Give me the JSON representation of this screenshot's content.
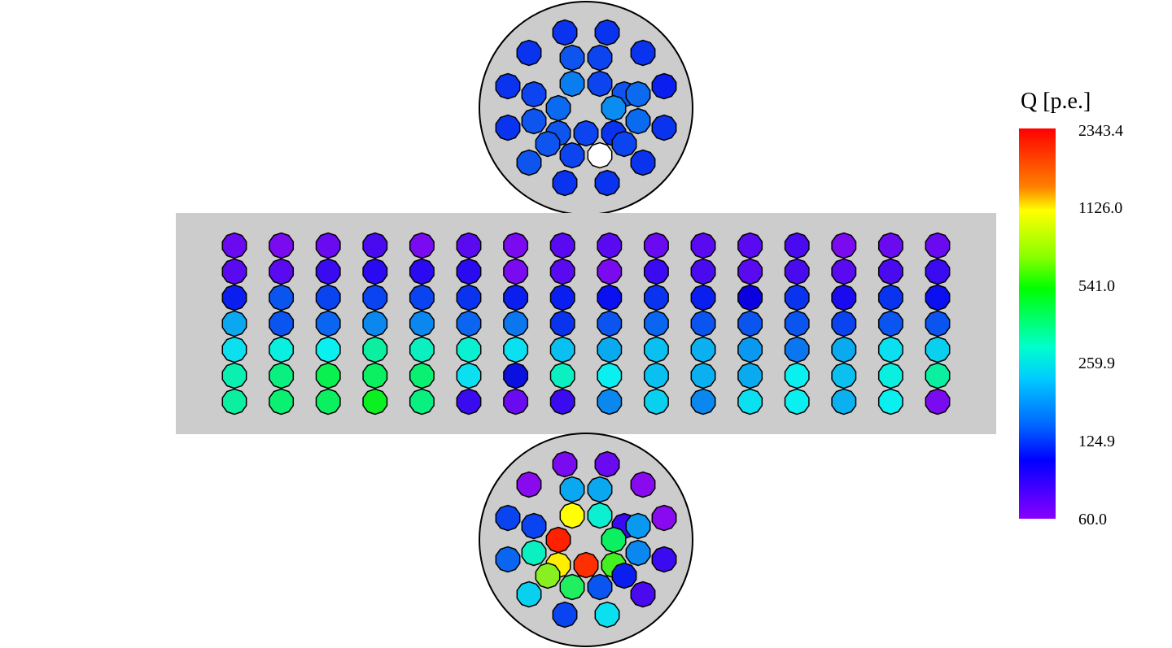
{
  "colorbar": {
    "title": "Q [p.e.]",
    "ticks": [
      "2343.4",
      "1126.0",
      "541.0",
      "259.9",
      "124.9",
      "60.0"
    ]
  },
  "top_array": {
    "colors": [
      "#0a33f0",
      "#0a33f0",
      "#0a33f0",
      "#0e55f0",
      "#0c44f0",
      "#0a33f0",
      "#0a33f0",
      "#0c44f0",
      "#0a7ef0",
      "#0c44f0",
      "#0e55f0",
      "#0a1ef0",
      "#0e55f0",
      "#0a6af0",
      "#0a8cf0",
      "#0a6af0",
      "#0a33f0",
      "#0e55f0",
      "#0c44f0",
      "#0a33f0",
      "#0a6af0",
      "#0a33f0",
      "#0e55f0",
      "#0c44f0",
      "#ffffff",
      "#0c44f0",
      "#0e55f0",
      "#0a33f0",
      "#0a33f0",
      "#0a33f0"
    ]
  },
  "side_array": {
    "colors": [
      [
        "#6a0af0",
        "#7a0af0",
        "#6a0af0",
        "#4a0af0",
        "#7a0af0",
        "#5a0af0",
        "#7a0af0",
        "#5a0af0",
        "#5a0af0",
        "#6a0af0",
        "#5a0af0",
        "#5a0af0",
        "#4a0af0",
        "#7a0af0",
        "#6a0af0",
        "#6a0af0"
      ],
      [
        "#5a0af0",
        "#5a0af0",
        "#3a0af0",
        "#2a0af0",
        "#2a0af0",
        "#2a0af0",
        "#7a0af0",
        "#5a0af0",
        "#7a0af0",
        "#3a0af0",
        "#4a0af0",
        "#5a0af0",
        "#4a0af0",
        "#5a0af0",
        "#4a0af0",
        "#3a0af0"
      ],
      [
        "#0a1ef0",
        "#0a55f0",
        "#0a44f0",
        "#0a44f0",
        "#0a44f0",
        "#0a33f0",
        "#0a1ef0",
        "#0a1ef0",
        "#0a10f0",
        "#0a33f0",
        "#0a1ef0",
        "#0a00e0",
        "#0a33f0",
        "#1a0af0",
        "#0a33f0",
        "#0a10f0"
      ],
      [
        "#0aa8f0",
        "#0a55f0",
        "#0a66f0",
        "#0a88f0",
        "#0a88f0",
        "#0a66f0",
        "#0a77f0",
        "#0a33f0",
        "#0a55f0",
        "#0a66f0",
        "#0a55f0",
        "#0a55f0",
        "#0a55f0",
        "#0a44f0",
        "#0a55f0",
        "#0a55f0"
      ],
      [
        "#0ae0f0",
        "#0af0e0",
        "#0af0f0",
        "#0af0a0",
        "#0af0c0",
        "#0af0d0",
        "#0ae0f0",
        "#0ac0f0",
        "#0aaaf0",
        "#0ac0f0",
        "#0ab0f0",
        "#0a99f0",
        "#0a77f0",
        "#0aaaf0",
        "#0ae0f0",
        "#0ad0f0"
      ],
      [
        "#0af0b0",
        "#0af080",
        "#0af050",
        "#0af060",
        "#0af070",
        "#0ae0f0",
        "#0a10e0",
        "#0af0c0",
        "#0af0f0",
        "#0ac0f0",
        "#0ab0f0",
        "#0aaaf0",
        "#0af0f0",
        "#0ac0f0",
        "#0af0e0",
        "#0af0a0"
      ],
      [
        "#0af0a0",
        "#0af070",
        "#0af060",
        "#0af020",
        "#0af080",
        "#3a0af0",
        "#6a0af0",
        "#3a0af0",
        "#0a88f0",
        "#0ad0f0",
        "#0a88f0",
        "#0ae0f0",
        "#0af0f0",
        "#0ab0f0",
        "#0af0f0",
        "#7a0af0"
      ]
    ]
  },
  "bottom_array": {
    "colors": [
      "#7a0af0",
      "#6a0af0",
      "#8a0af0",
      "#0aa8f0",
      "#0aa8f0",
      "#8a0af0",
      "#0a44f0",
      "#0a44f0",
      "#ffff00",
      "#0af0d0",
      "#3a0af0",
      "#8a0af0",
      "#0af0c0",
      "#ff2000",
      "#0af060",
      "#0a88f0",
      "#0a66f0",
      "#ffee00",
      "#ff3000",
      "#44f020",
      "#0a99f0",
      "#3a0af0",
      "#88f020",
      "#20f060",
      "#0a55f0",
      "#0a1ef0",
      "#0ad0f0",
      "#0a44f0",
      "#0ae0f0",
      "#4a0af0"
    ]
  }
}
